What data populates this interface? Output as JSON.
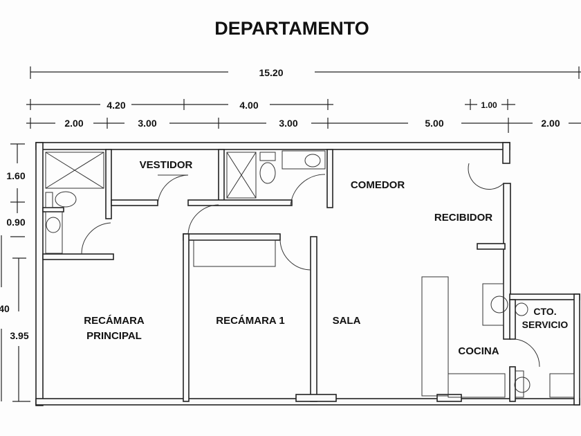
{
  "title": "DEPARTAMENTO",
  "dimensions": {
    "total_width": "15.20",
    "row2": [
      "4.20",
      "4.00",
      "1.00"
    ],
    "row3": [
      "2.00",
      "3.00",
      "3.00",
      "5.00",
      "2.00"
    ],
    "left": [
      "1.60",
      "0.90",
      "40",
      "3.95"
    ]
  },
  "rooms": {
    "vestidor": "VESTIDOR",
    "comedor": "COMEDOR",
    "recibidor": "RECIBIDOR",
    "recamara_principal_1": "RECÁMARA",
    "recamara_principal_2": "PRINCIPAL",
    "recamara_1": "RECÁMARA 1",
    "sala": "SALA",
    "cocina": "COCINA",
    "cto_servicio_1": "CTO.",
    "cto_servicio_2": "SERVICIO"
  }
}
